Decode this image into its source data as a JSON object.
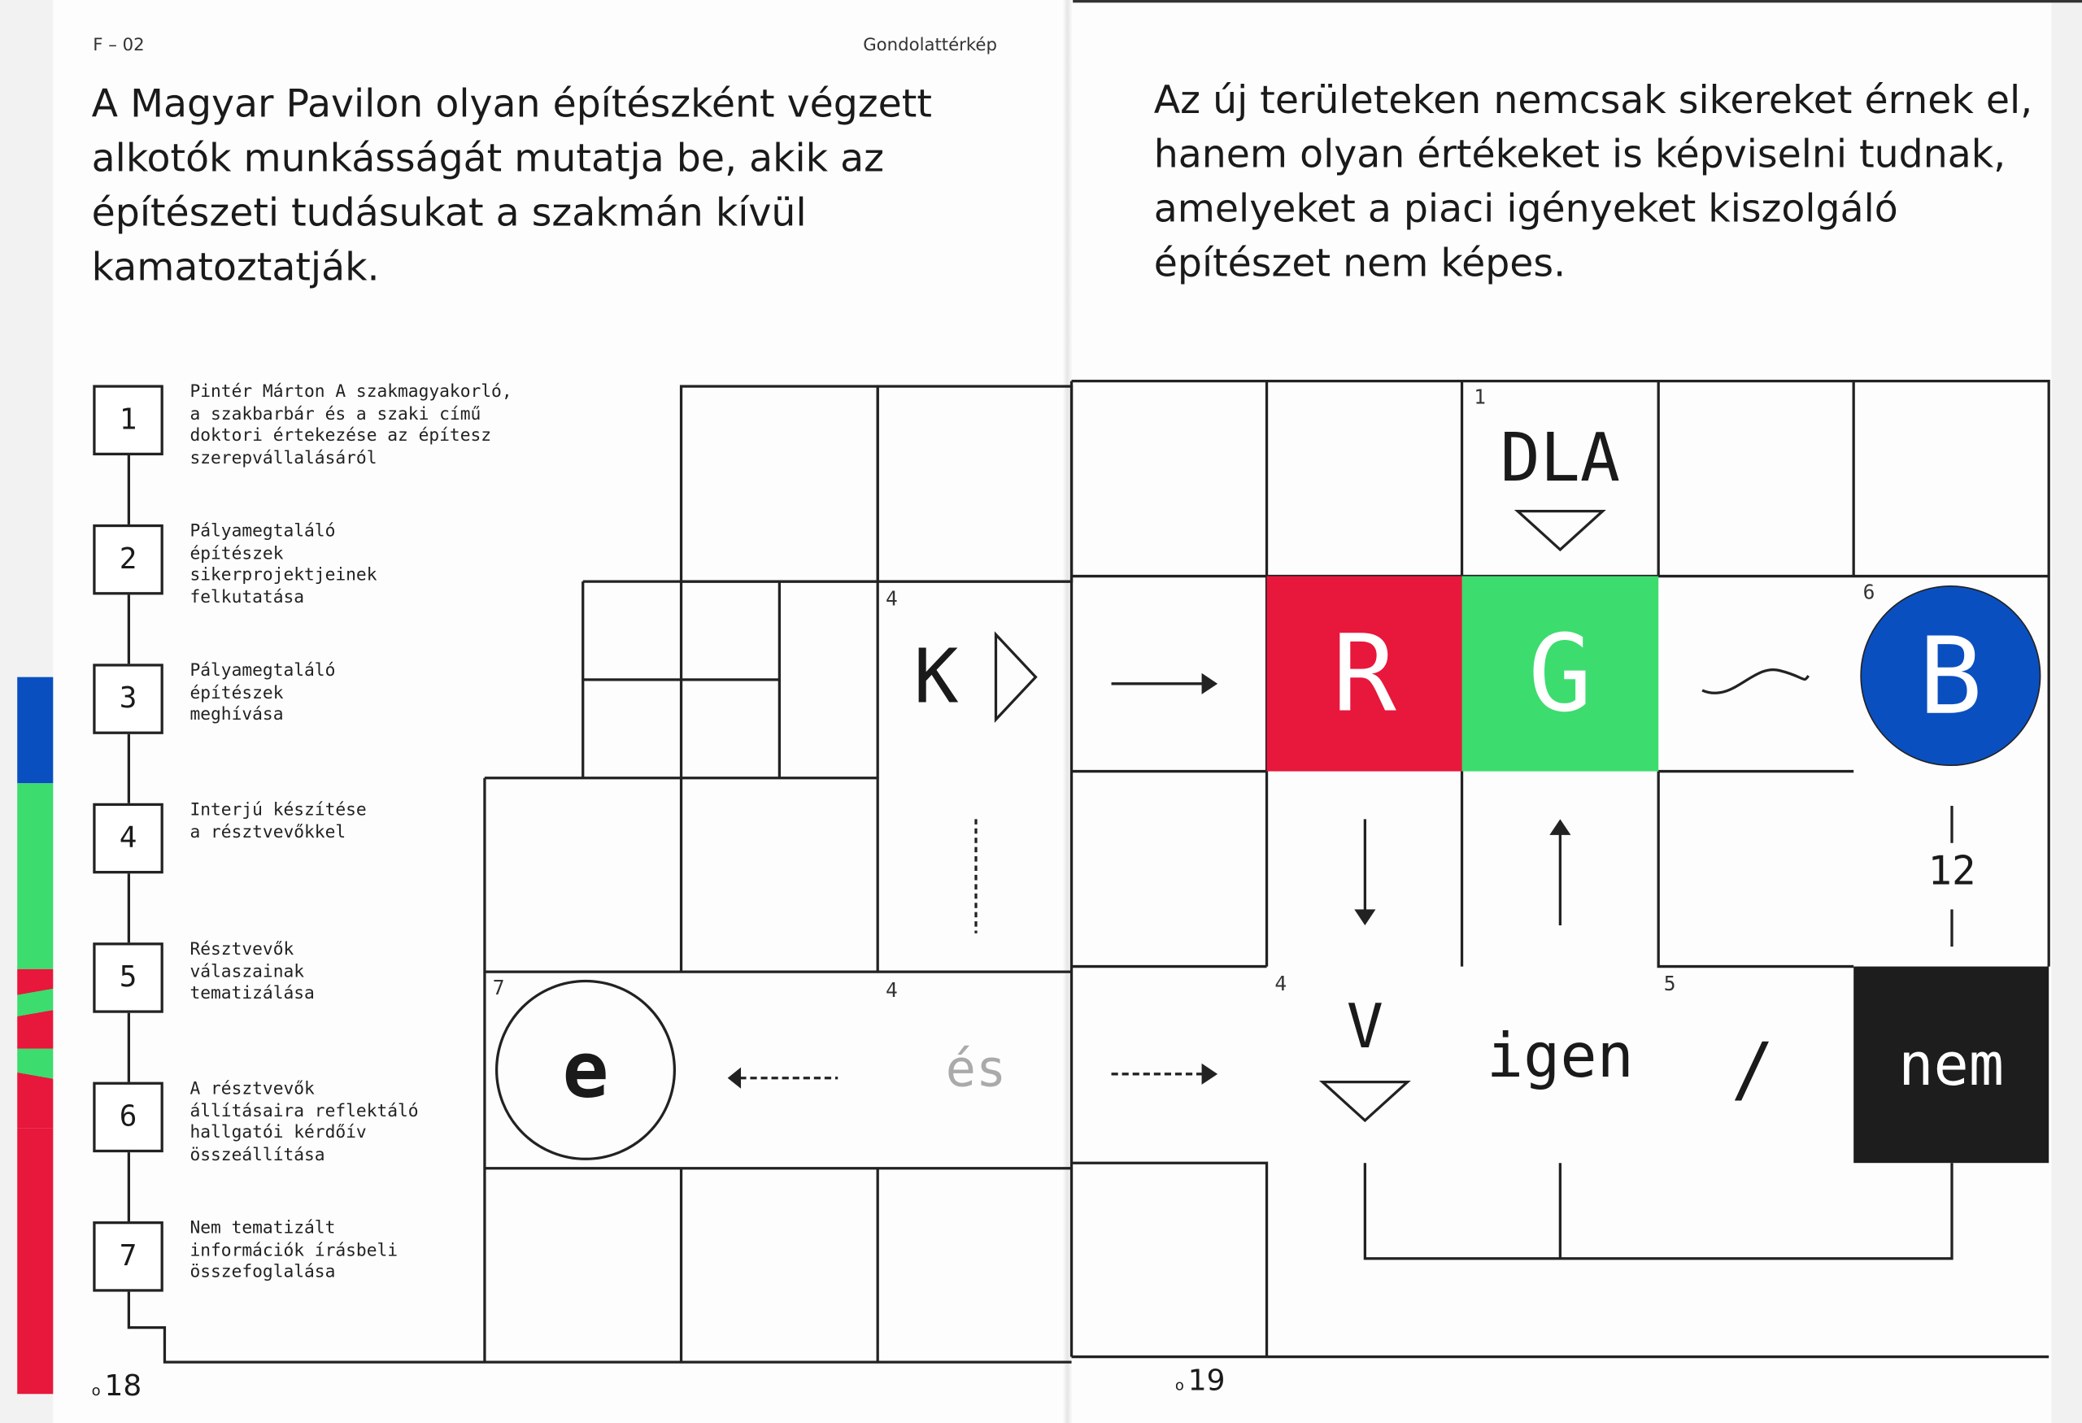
{
  "header": {
    "code": "F – 02",
    "section": "Gondolattérkép"
  },
  "left_page": {
    "headline": "A Magyar Pavilon olyan építészként végzett alkotók munkásságát mutatja be, akik az építészeti tudásukat a szakmán kívül kamatoztatják.",
    "steps": [
      {
        "number": "1",
        "text": "Pintér Márton A szakmagyakorló,\na szakbarbár és a szaki című\ndoktori értekezése az építesz\nszerepvállalásáról"
      },
      {
        "number": "2",
        "text": "Pályamegtaláló\népítészek\nsikerprojektjeinek\nfelkutatása"
      },
      {
        "number": "3",
        "text": "Pályamegtaláló\népítészek\nmeghívása"
      },
      {
        "number": "4",
        "text": "Interjú készítése\na résztvevőkkel"
      },
      {
        "number": "5",
        "text": "Résztvevők\nválaszainak\ntematizálása"
      },
      {
        "number": "6",
        "text": "A résztvevők\nállításaira reflektáló\nhallgatói kérdőív\nösszeállítása"
      },
      {
        "number": "7",
        "text": "Nem tematizált\ninformációk írásbeli\nösszefoglalása"
      }
    ],
    "grid": {
      "label_4a": "4",
      "label_4b": "4",
      "label_7": "7",
      "k_glyph": "K",
      "es": "és",
      "e_glyph": "e"
    },
    "page_prefix": "o",
    "page_number": "18"
  },
  "right_page": {
    "headline": "Az új területeken nemcsak sikereket érnek el, hanem olyan értékeket is képviselni tudnak, amelyeket a piaci igényeket kiszolgáló építészet nem képes.",
    "grid": {
      "label_1": "1",
      "dla": "DLA",
      "r": "R",
      "g": "G",
      "b": "B",
      "label_6": "6",
      "twelve": "12",
      "label_4": "4",
      "label_5": "5",
      "v": "V",
      "igen": "igen",
      "slash": "/",
      "nem": "nem"
    },
    "page_prefix": "o",
    "page_number": "19"
  },
  "colors": {
    "red": "#e8173c",
    "green": "#3ddc6e",
    "blue": "#0a4fc0",
    "black": "#1d1d1d"
  }
}
